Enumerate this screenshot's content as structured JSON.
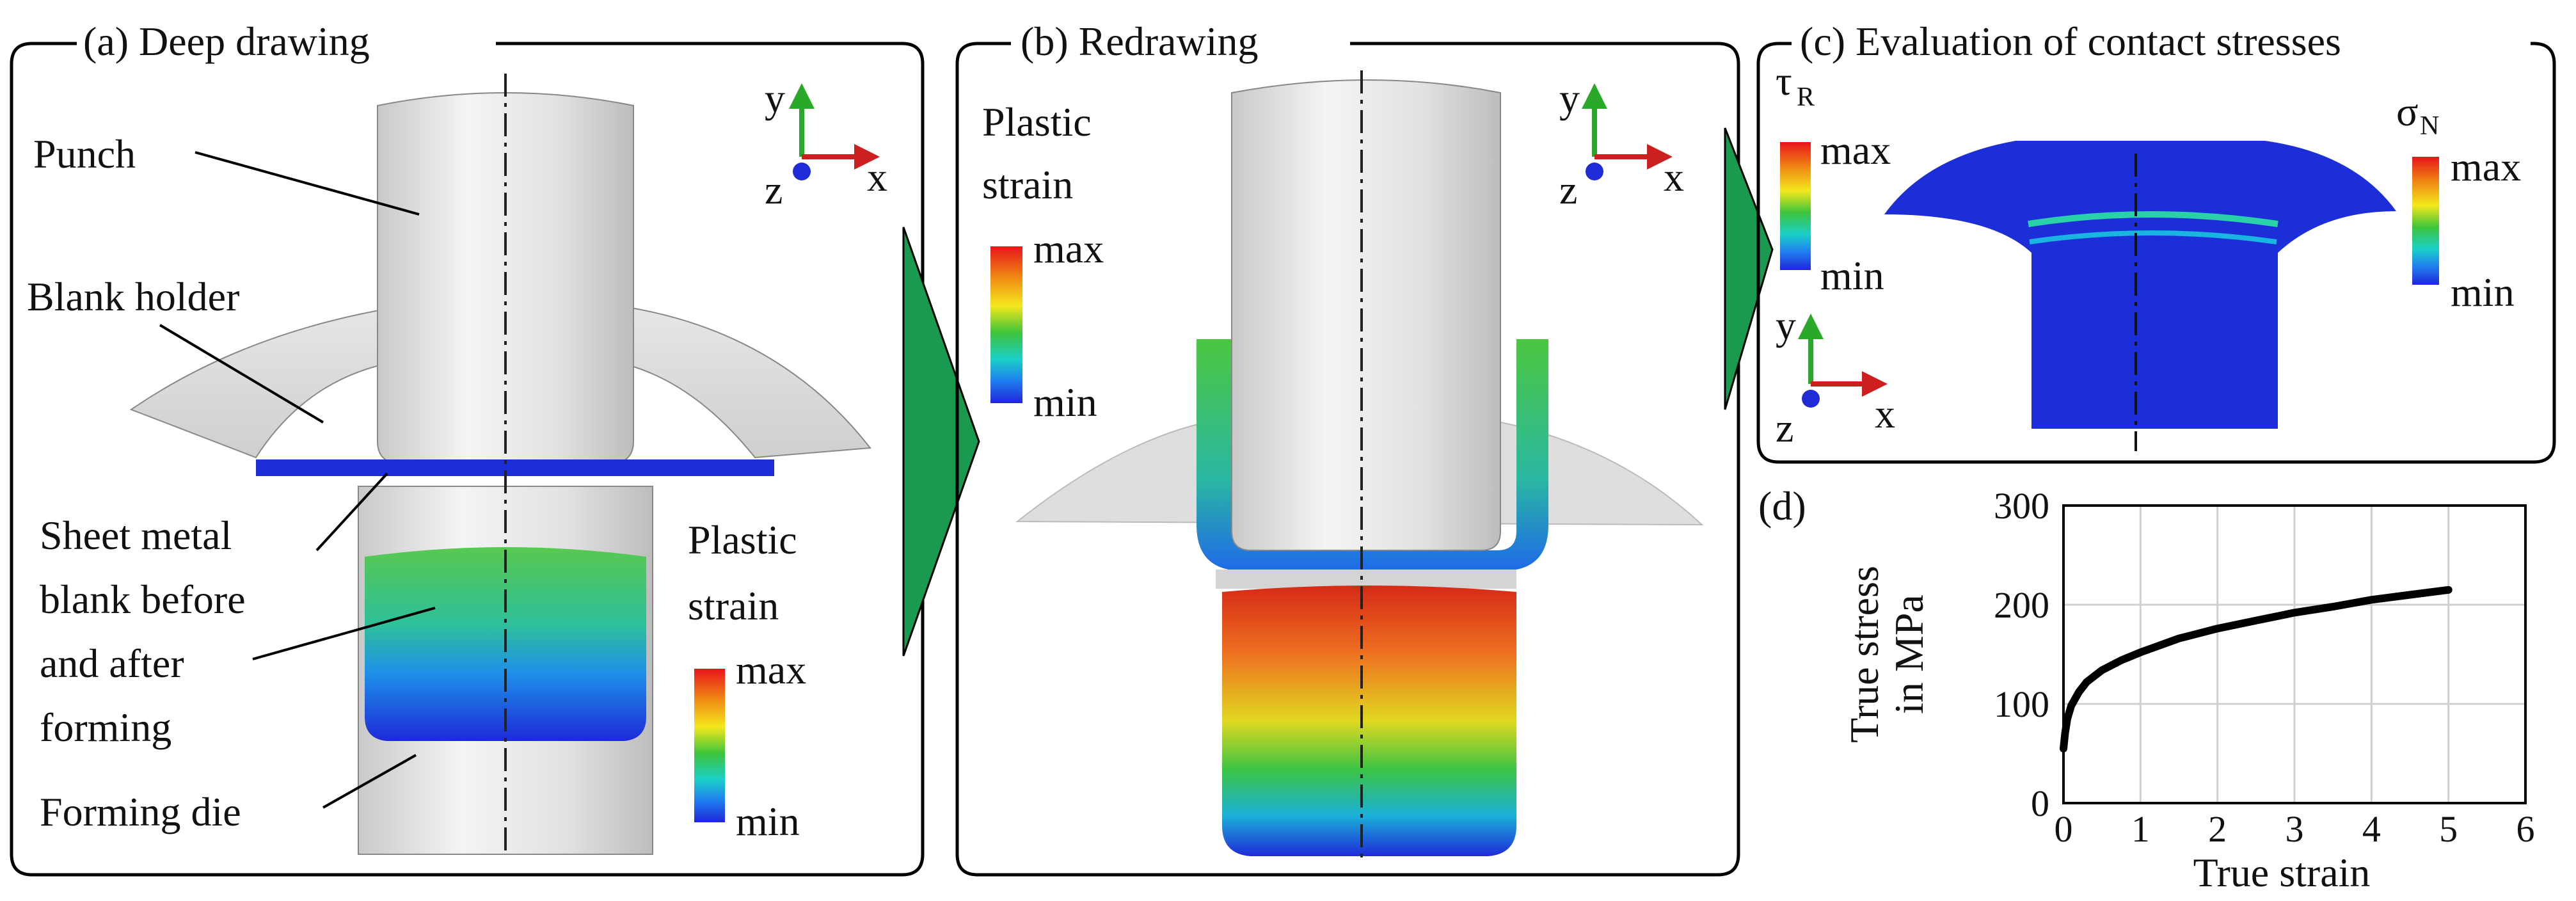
{
  "panels": {
    "a": {
      "title": "(a) Deep drawing",
      "labels": {
        "punch": "Punch",
        "blank_holder": "Blank holder",
        "sheet_line1": "Sheet metal",
        "sheet_line2": "blank before",
        "sheet_line3": "and after",
        "sheet_line4": "forming",
        "forming_die": "Forming die"
      },
      "legend": {
        "title_line1": "Plastic",
        "title_line2": "strain",
        "max": "max",
        "min": "min"
      },
      "axes": {
        "y": "y",
        "x": "x",
        "z": "z"
      }
    },
    "b": {
      "title": "(b) Redrawing",
      "legend": {
        "title_line1": "Plastic",
        "title_line2": "strain",
        "max": "max",
        "min": "min"
      },
      "axes": {
        "y": "y",
        "x": "x",
        "z": "z"
      }
    },
    "c": {
      "title": "(c) Evaluation of contact stresses",
      "legend_left": {
        "symbol": "τ",
        "subscript": "R",
        "max": "max",
        "min": "min"
      },
      "legend_right": {
        "symbol": "σ",
        "subscript": "N",
        "max": "max",
        "min": "min"
      },
      "axes": {
        "y": "y",
        "x": "x",
        "z": "z"
      }
    },
    "d": {
      "label": "(d)"
    }
  },
  "colors": {
    "frame": "#000000",
    "arrow_green": "#1a9a50",
    "axis_y": "#2aa82a",
    "axis_x": "#cc1f1f",
    "axis_z": "#1f2bd6",
    "tool_grey": "#d9d9d9",
    "surface_blue": "#1b2ed8"
  },
  "chart_data": {
    "type": "line",
    "xlabel": "True strain",
    "ylabel_line1": "True stress",
    "ylabel_line2": "in MPa",
    "xlim": [
      0,
      6
    ],
    "ylim": [
      0,
      300
    ],
    "xticks": [
      "0",
      "1",
      "2",
      "3",
      "4",
      "5",
      "6"
    ],
    "yticks": [
      "0",
      "100",
      "200",
      "300"
    ],
    "grid": true,
    "series": [
      {
        "x": [
          0,
          0.02,
          0.05,
          0.1,
          0.2,
          0.3,
          0.5,
          0.75,
          1,
          1.5,
          2,
          2.5,
          3,
          3.5,
          4,
          4.5,
          5
        ],
        "values": [
          55,
          70,
          85,
          98,
          112,
          122,
          134,
          144,
          152,
          166,
          176,
          184,
          192,
          198,
          205,
          210,
          215
        ]
      }
    ]
  }
}
